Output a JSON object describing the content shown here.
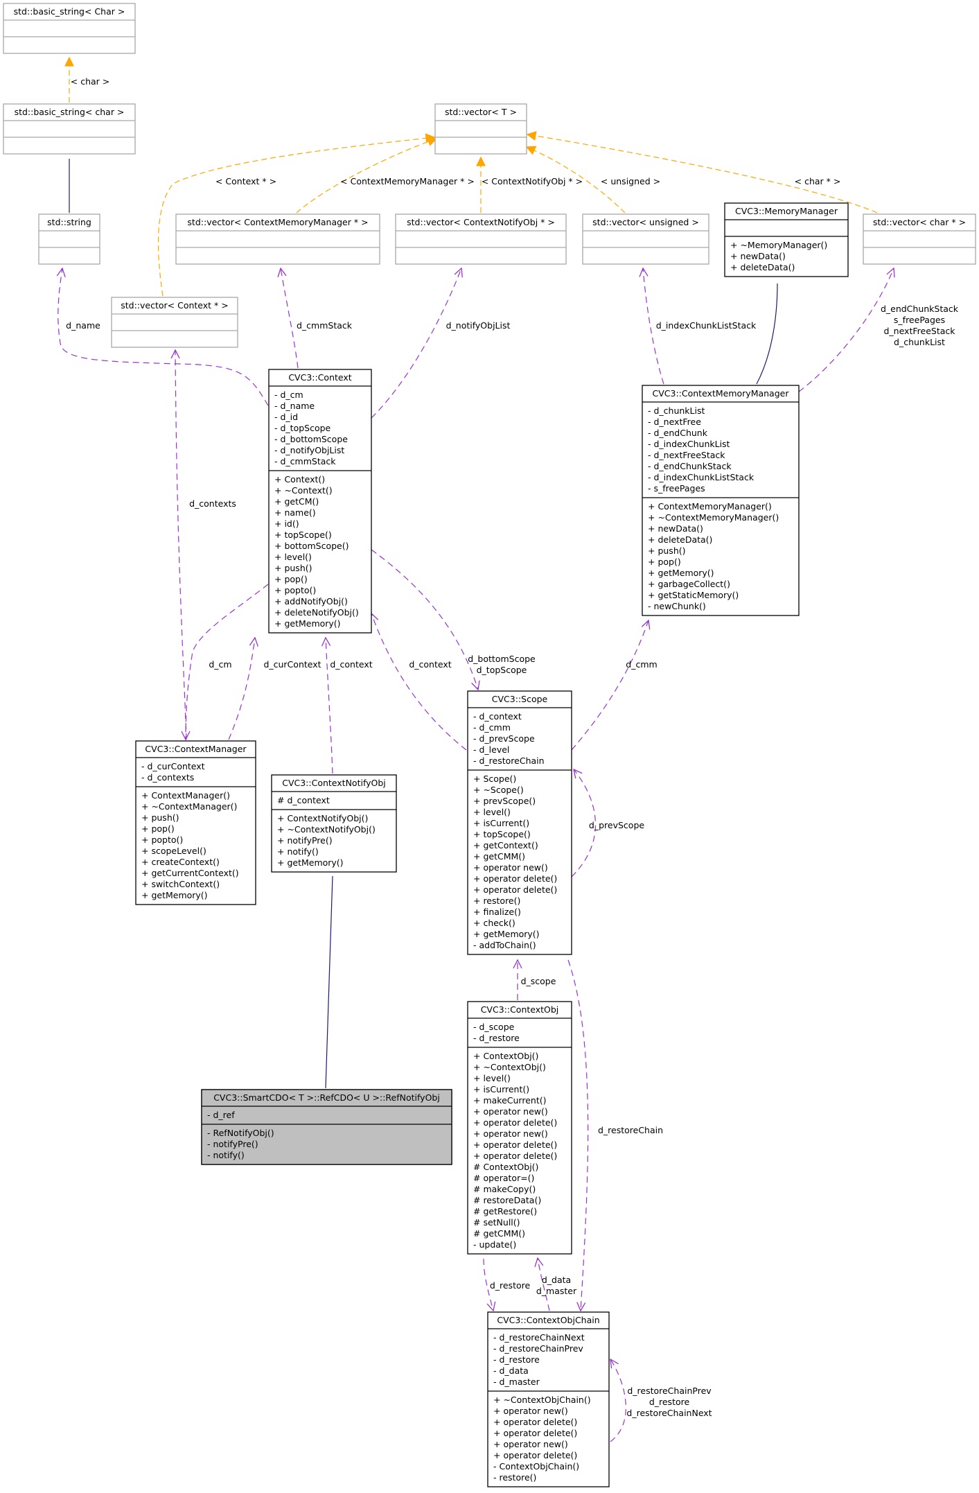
{
  "colors": {
    "inheritance": "#191970",
    "usage": "#9a32cd",
    "template": "#ffa500"
  },
  "classes": [
    {
      "id": "bs_char_t",
      "name": "std::basic_string< Char >",
      "attrs": [],
      "methods": []
    },
    {
      "id": "bs_char",
      "name": "std::basic_string< char >",
      "attrs": [],
      "methods": []
    },
    {
      "id": "stdstring",
      "name": "std::string",
      "attrs": [],
      "methods": []
    },
    {
      "id": "vec_T",
      "name": "std::vector< T >",
      "attrs": [],
      "methods": []
    },
    {
      "id": "vec_context",
      "name": "std::vector< Context * >",
      "attrs": [],
      "methods": []
    },
    {
      "id": "vec_cmm",
      "name": "std::vector< ContextMemoryManager * >",
      "attrs": [],
      "methods": []
    },
    {
      "id": "vec_cno",
      "name": "std::vector< ContextNotifyObj * >",
      "attrs": [],
      "methods": []
    },
    {
      "id": "vec_uns",
      "name": "std::vector< unsigned >",
      "attrs": [],
      "methods": []
    },
    {
      "id": "memmgr",
      "name": "CVC3::MemoryManager",
      "attrs": [],
      "methods": [
        "+ ~MemoryManager()",
        "+ newData()",
        "+ deleteData()"
      ]
    },
    {
      "id": "vec_char",
      "name": "std::vector< char * >",
      "attrs": [],
      "methods": []
    },
    {
      "id": "context",
      "name": "CVC3::Context",
      "attrs": [
        "- d_cm",
        "- d_name",
        "- d_id",
        "- d_topScope",
        "- d_bottomScope",
        "- d_notifyObjList",
        "- d_cmmStack"
      ],
      "methods": [
        "+ Context()",
        "+ ~Context()",
        "+ getCM()",
        "+ name()",
        "+ id()",
        "+ topScope()",
        "+ bottomScope()",
        "+ level()",
        "+ push()",
        "+ pop()",
        "+ popto()",
        "+ addNotifyObj()",
        "+ deleteNotifyObj()",
        "+ getMemory()"
      ]
    },
    {
      "id": "cmm",
      "name": "CVC3::ContextMemoryManager",
      "attrs": [
        "- d_chunkList",
        "- d_nextFree",
        "- d_endChunk",
        "- d_indexChunkList",
        "- d_nextFreeStack",
        "- d_endChunkStack",
        "- d_indexChunkListStack",
        "- s_freePages"
      ],
      "methods": [
        "+ ContextMemoryManager()",
        "+ ~ContextMemoryManager()",
        "+ newData()",
        "+ deleteData()",
        "+ push()",
        "+ pop()",
        "+ getMemory()",
        "+ garbageCollect()",
        "+ getStaticMemory()",
        "- newChunk()"
      ]
    },
    {
      "id": "scope",
      "name": "CVC3::Scope",
      "attrs": [
        "- d_context",
        "- d_cmm",
        "- d_prevScope",
        "- d_level",
        "- d_restoreChain"
      ],
      "methods": [
        "+ Scope()",
        "+ ~Scope()",
        "+ prevScope()",
        "+ level()",
        "+ isCurrent()",
        "+ topScope()",
        "+ getContext()",
        "+ getCMM()",
        "+ operator new()",
        "+ operator delete()",
        "+ operator delete()",
        "+ restore()",
        "+ finalize()",
        "+ check()",
        "+ getMemory()",
        "- addToChain()"
      ]
    },
    {
      "id": "ctxmgr",
      "name": "CVC3::ContextManager",
      "attrs": [
        "- d_curContext",
        "- d_contexts"
      ],
      "methods": [
        "+ ContextManager()",
        "+ ~ContextManager()",
        "+ push()",
        "+ pop()",
        "+ popto()",
        "+ scopeLevel()",
        "+ createContext()",
        "+ getCurrentContext()",
        "+ switchContext()",
        "+ getMemory()"
      ]
    },
    {
      "id": "cnotify",
      "name": "CVC3::ContextNotifyObj",
      "attrs": [
        "# d_context"
      ],
      "methods": [
        "+ ContextNotifyObj()",
        "+ ~ContextNotifyObj()",
        "+ notifyPre()",
        "+ notify()",
        "+ getMemory()"
      ]
    },
    {
      "id": "refnotify",
      "name": "CVC3::SmartCDO< T >::RefCDO< U >::RefNotifyObj",
      "attrs": [
        "- d_ref"
      ],
      "methods": [
        "- RefNotifyObj()",
        "- notifyPre()",
        "- notify()"
      ]
    },
    {
      "id": "ctxobj",
      "name": "CVC3::ContextObj",
      "attrs": [
        "- d_scope",
        "- d_restore"
      ],
      "methods": [
        "+ ContextObj()",
        "+ ~ContextObj()",
        "+ level()",
        "+ isCurrent()",
        "+ makeCurrent()",
        "+ operator new()",
        "+ operator delete()",
        "+ operator new()",
        "+ operator delete()",
        "+ operator delete()",
        "# ContextObj()",
        "# operator=()",
        "# makeCopy()",
        "# restoreData()",
        "# getRestore()",
        "# setNull()",
        "# getCMM()",
        "- update()"
      ]
    },
    {
      "id": "chain",
      "name": "CVC3::ContextObjChain",
      "attrs": [
        "- d_restoreChainNext",
        "- d_restoreChainPrev",
        "- d_restore",
        "- d_data",
        "- d_master"
      ],
      "methods": [
        "+ ~ContextObjChain()",
        "+ operator new()",
        "+ operator delete()",
        "+ operator delete()",
        "+ operator new()",
        "+ operator delete()",
        "- ContextObjChain()",
        "- restore()"
      ]
    }
  ],
  "edges": [
    {
      "id": "e_char",
      "kind": "template",
      "label": [
        "< char >"
      ]
    },
    {
      "id": "e_string",
      "kind": "inheritance",
      "label": []
    },
    {
      "id": "e_vctx",
      "kind": "template",
      "label": [
        "< Context * >"
      ]
    },
    {
      "id": "e_vcmm",
      "kind": "template",
      "label": [
        "< ContextMemoryManager * >"
      ]
    },
    {
      "id": "e_vcno",
      "kind": "template",
      "label": [
        "< ContextNotifyObj * >"
      ]
    },
    {
      "id": "e_vuns",
      "kind": "template",
      "label": [
        "< unsigned >"
      ]
    },
    {
      "id": "e_vchar",
      "kind": "template",
      "label": [
        "< char * >"
      ]
    },
    {
      "id": "e_name",
      "kind": "usage",
      "label": [
        "d_name"
      ]
    },
    {
      "id": "e_cmmstack",
      "kind": "usage",
      "label": [
        "d_cmmStack"
      ]
    },
    {
      "id": "e_notifylist",
      "kind": "usage",
      "label": [
        "d_notifyObjList"
      ]
    },
    {
      "id": "e_idxstack",
      "kind": "usage",
      "label": [
        "d_indexChunkListStack"
      ]
    },
    {
      "id": "e_memmgr",
      "kind": "inheritance",
      "label": []
    },
    {
      "id": "e_cmmchar",
      "kind": "usage",
      "label": [
        "d_endChunkStack",
        "s_freePages",
        "d_nextFreeStack",
        "d_chunkList"
      ]
    },
    {
      "id": "e_contexts",
      "kind": "usage",
      "label": [
        "d_contexts"
      ]
    },
    {
      "id": "e_cm",
      "kind": "usage",
      "label": [
        "d_cm"
      ]
    },
    {
      "id": "e_cur",
      "kind": "usage",
      "label": [
        "d_curContext"
      ]
    },
    {
      "id": "e_cnoctx",
      "kind": "usage",
      "label": [
        "d_context"
      ]
    },
    {
      "id": "e_scopectx",
      "kind": "usage",
      "label": [
        "d_context"
      ]
    },
    {
      "id": "e_bottom",
      "kind": "usage",
      "label": [
        "d_bottomScope",
        "d_topScope"
      ]
    },
    {
      "id": "e_scopecmm",
      "kind": "usage",
      "label": [
        "d_cmm"
      ]
    },
    {
      "id": "e_prev",
      "kind": "usage",
      "label": [
        "d_prevScope"
      ]
    },
    {
      "id": "e_refnotify",
      "kind": "inheritance",
      "label": []
    },
    {
      "id": "e_dscope",
      "kind": "usage",
      "label": [
        "d_scope"
      ]
    },
    {
      "id": "e_rchain",
      "kind": "usage",
      "label": [
        "d_restoreChain"
      ]
    },
    {
      "id": "e_drestore",
      "kind": "usage",
      "label": [
        "d_restore"
      ]
    },
    {
      "id": "e_data",
      "kind": "usage",
      "label": [
        "d_data",
        "d_master"
      ]
    },
    {
      "id": "e_self",
      "kind": "usage",
      "label": [
        "d_restoreChainPrev",
        "d_restore",
        "d_restoreChainNext"
      ]
    }
  ]
}
